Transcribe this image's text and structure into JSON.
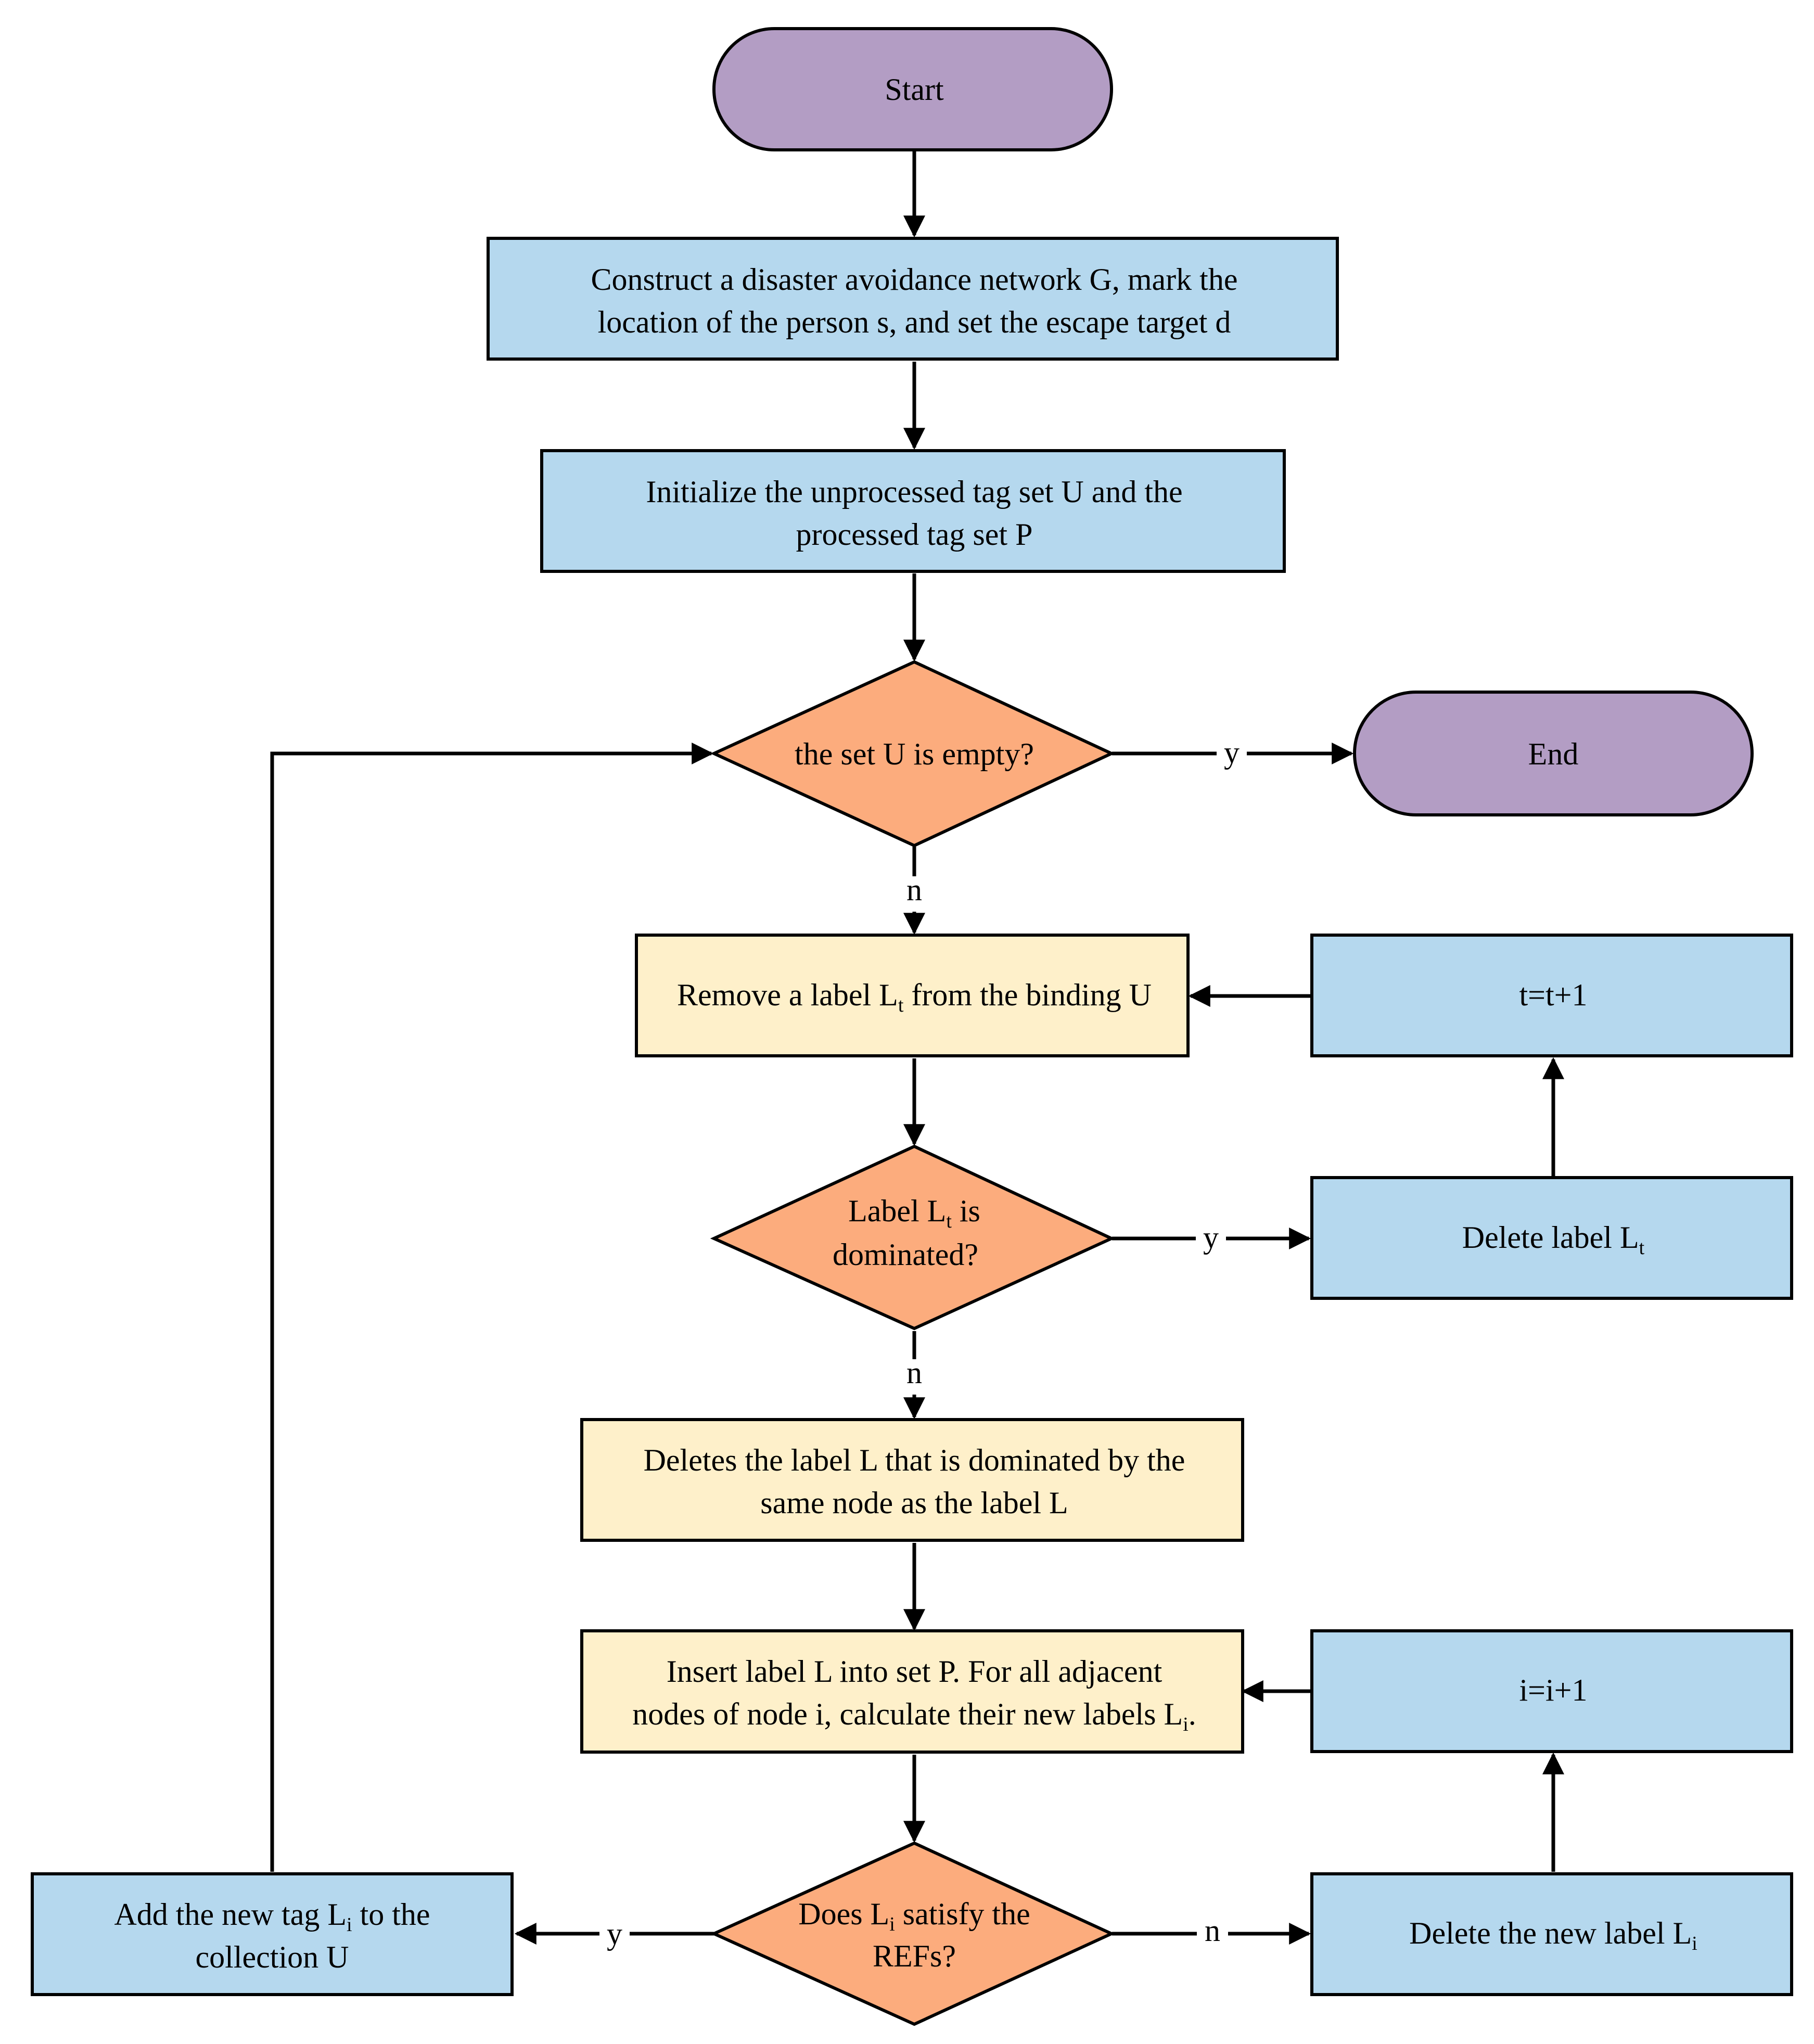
{
  "colors": {
    "terminal": "#B39DC4",
    "process_blue": "#B5D8EE",
    "process_yellow": "#FEF0CA",
    "decision": "#FCAC7D",
    "stroke": "#000000"
  },
  "nodes": {
    "start": {
      "text": "Start"
    },
    "end": {
      "text": "End"
    },
    "construct": {
      "line1": "Construct a disaster avoidance network G, mark the",
      "line2": "location of the person s, and set the escape target d"
    },
    "initialize": {
      "line1": "Initialize the unprocessed tag set U and the",
      "line2": "processed tag set P"
    },
    "set_u_empty": {
      "text": "the set U is empty?"
    },
    "remove_label": {
      "pre": "Remove a label L",
      "sub": "t",
      "post": " from the binding U"
    },
    "t_increment": {
      "text": "t=t+1"
    },
    "label_dominated": {
      "line1_pre": "Label L",
      "line1_sub": "t",
      "line1_post": " is",
      "line2": "dominated?"
    },
    "delete_label_t": {
      "pre": "Delete label L",
      "sub": "t"
    },
    "deletes_dominated": {
      "line1": "Deletes the label L that is dominated by the",
      "line2": "same node as the label L"
    },
    "insert_label": {
      "line1": "Insert label L  into set P. For all adjacent",
      "line2_pre": "nodes of node i, calculate their new labels L",
      "line2_sub": "i",
      "line2_post": "."
    },
    "i_increment": {
      "text": "i=i+1"
    },
    "satisfy_refs": {
      "line1_pre": "Does L",
      "line1_sub": "i",
      "line1_post": " satisfy the",
      "line2": "REFs?"
    },
    "add_new_tag": {
      "line1_pre": "Add the new tag L",
      "line1_sub": "i",
      "line1_post": " to the",
      "line2": "collection U"
    },
    "delete_new_label": {
      "pre": "Delete the new label L",
      "sub": "i"
    }
  },
  "edge_labels": {
    "empty_yes": "y",
    "empty_no": "n",
    "dominated_yes": "y",
    "dominated_no": "n",
    "refs_yes": "y",
    "refs_no": "n"
  }
}
